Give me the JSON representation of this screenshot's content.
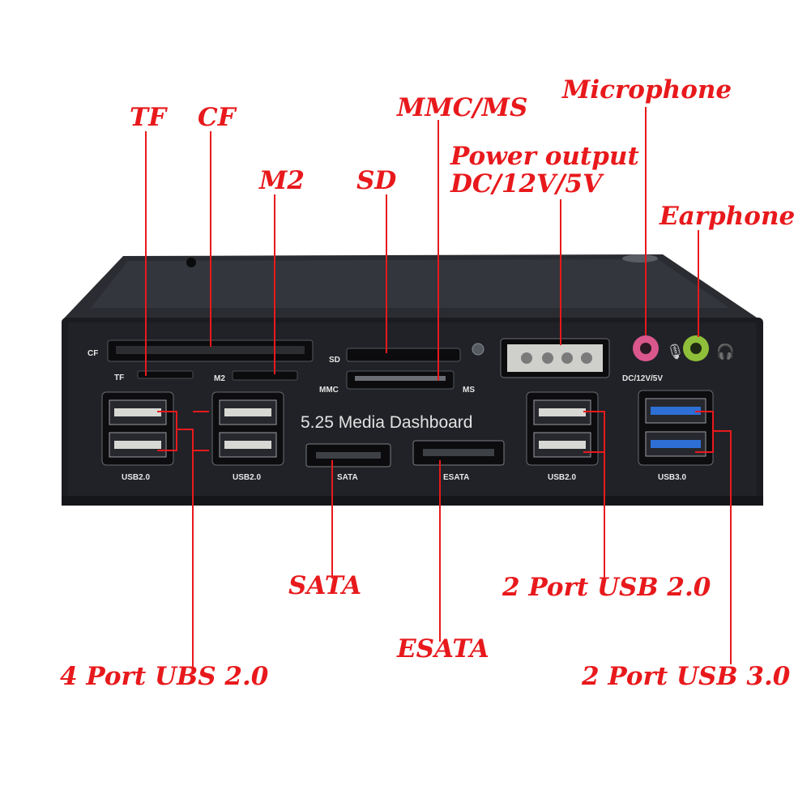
{
  "callouts": {
    "tf": "TF",
    "cf": "CF",
    "m2": "M2",
    "sd": "SD",
    "mmc_ms": "MMC/MS",
    "power_line1": "Power output",
    "power_line2": "DC/12V/5V",
    "microphone": "Microphone",
    "earphone": "Earphone",
    "sata": "SATA",
    "esata": "ESATA",
    "usb20_2port": "2 Port USB 2.0",
    "usb30_2port": "2 Port USB 3.0",
    "usb20_4port": "4 Port UBS 2.0"
  },
  "panel": {
    "title": "5.25 Media Dashboard",
    "labels": {
      "cf": "CF",
      "tf": "TF",
      "m2": "M2",
      "sd": "SD",
      "mmc": "MMC",
      "ms": "MS",
      "dc": "DC/12V/5V",
      "usb_a": "USB2.0",
      "usb_b": "USB2.0",
      "sata": "SATA",
      "esata": "ESATA",
      "usb_c": "USB2.0",
      "usb3": "USB3.0"
    }
  },
  "colors": {
    "callout_red": "#e8191c",
    "panel_black": "#1b1c20",
    "usb3_blue": "#2e6fd6",
    "mic_pink": "#d9578c",
    "earphone_green": "#8fbf3a"
  }
}
